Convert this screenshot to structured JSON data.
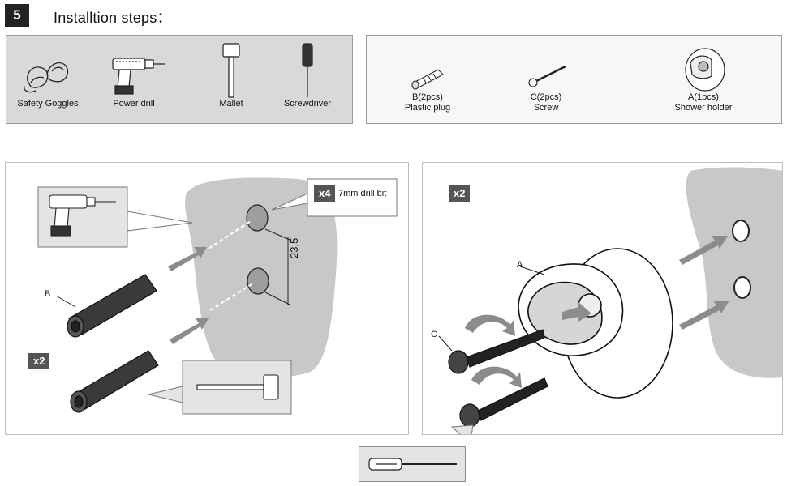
{
  "header": {
    "step_number": "5",
    "title": "Installtion steps："
  },
  "tools": [
    {
      "label": "Safety Goggles",
      "icon": "safety-goggles-icon"
    },
    {
      "label": "Power drill",
      "icon": "power-drill-icon"
    },
    {
      "label": "Mallet",
      "icon": "mallet-icon"
    },
    {
      "label": "Screwdriver",
      "icon": "screwdriver-icon"
    }
  ],
  "parts": [
    {
      "code": "B(2pcs)",
      "name": "Plastic plug",
      "icon": "plastic-plug-icon"
    },
    {
      "code": "C(2pcs)",
      "name": "Screw",
      "icon": "screw-icon"
    },
    {
      "code": "A(1pcs)",
      "name": "Shower holder",
      "icon": "shower-holder-icon"
    }
  ],
  "left_panel": {
    "drill_badge": "x4",
    "drill_bit_label": "7mm drill bit",
    "dimension": "23.5",
    "plug_badge": "x2",
    "part_letter": "B"
  },
  "right_panel": {
    "badge": "x2",
    "holder_letter": "A",
    "screw_letter": "C"
  },
  "colors": {
    "wall": "#c8c8c8",
    "dark_part": "#3a3a3a",
    "arrow": "#8c8c8c",
    "badge_bg": "#555555"
  }
}
